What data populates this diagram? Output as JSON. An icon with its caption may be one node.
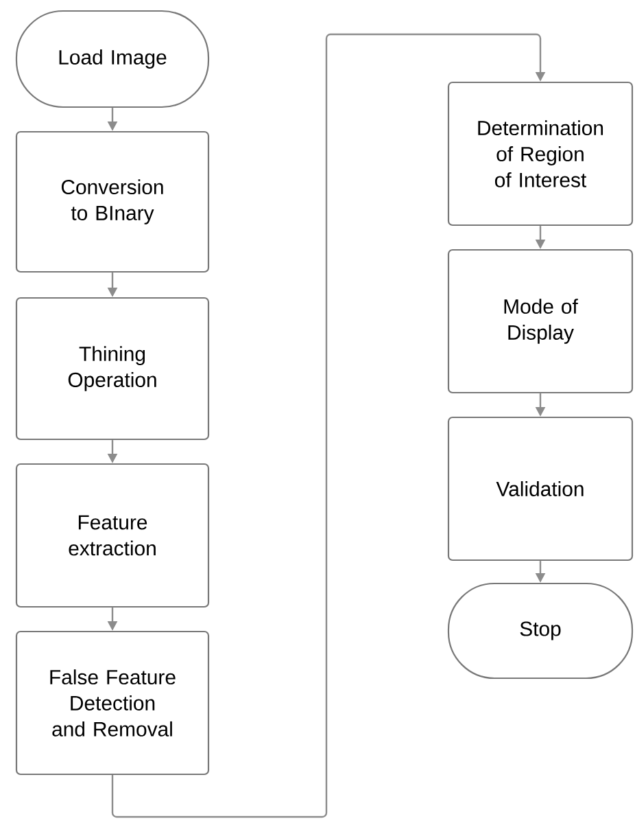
{
  "diagram": {
    "nodes": [
      {
        "text": [
          "Load Image"
        ]
      },
      {
        "text": [
          "Conversion to BInary"
        ]
      },
      {
        "text": [
          "Thining Operation"
        ]
      },
      {
        "text": [
          "Feature extraction"
        ]
      },
      {
        "text": [
          "False Feature Detection and Removal"
        ]
      },
      {
        "text": [
          "Determination of Region of Interest"
        ]
      },
      {
        "text": [
          "Mode of Display"
        ]
      },
      {
        "text": [
          "Validation"
        ]
      },
      {
        "text": [
          "Stop"
        ]
      }
    ],
    "edges": [
      {
        "from": 0,
        "to": 1,
        "arrow": "to"
      },
      {
        "from": 1,
        "to": 2,
        "arrow": "to"
      },
      {
        "from": 2,
        "to": 3,
        "arrow": "to"
      },
      {
        "from": 3,
        "to": 4,
        "arrow": "to"
      },
      {
        "from": 4,
        "to": 5,
        "arrow": "to"
      },
      {
        "from": 5,
        "to": 6,
        "arrow": "to"
      },
      {
        "from": 6,
        "to": 7,
        "arrow": "to"
      },
      {
        "from": 7,
        "to": 8,
        "arrow": "to"
      }
    ]
  }
}
